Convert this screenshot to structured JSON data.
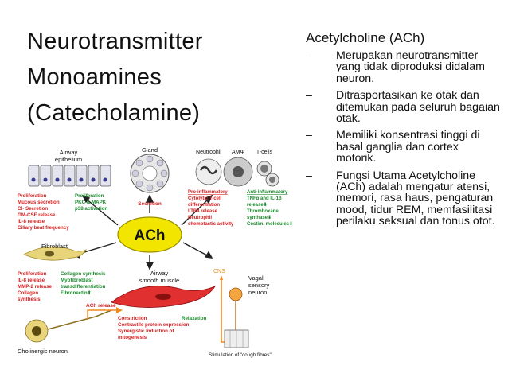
{
  "title_lines": [
    "Neurotransmitter",
    "Monoamines",
    "(Catecholamine)"
  ],
  "right": {
    "heading": "Acetylcholine (ACh)",
    "bullets": [
      {
        "dash": "–",
        "text": "Merupakan neurotransmitter yang tidak diproduksi didalam neuron."
      },
      {
        "dash": "–",
        "text": "Ditrasportasikan ke otak dan ditemukan pada seluruh bagaian otak."
      },
      {
        "dash": "–",
        "text": "Memiliki konsentrasi tinggi di basal ganglia dan cortex motorik."
      },
      {
        "dash": "–",
        "text": "Fungsi Utama Acetylcholine (ACh) adalah mengatur atensi, memori, rasa haus, pengaturan mood, tidur REM, memfasilitasi perilaku seksual dan tonus otot."
      }
    ]
  },
  "diagram": {
    "center": "ACh",
    "airway_epithelium": [
      "Airway",
      "epithelium"
    ],
    "epithelium_red": [
      "Proliferation",
      "Mucous secretion",
      "Cl- Secretion",
      "GM-CSF release",
      "IL-8 release",
      "Ciliary beat frequency"
    ],
    "epithelium_green": [
      "Proliferation",
      "PKC & MAPK",
      "p38 activation"
    ],
    "gland": "Gland",
    "secretion": "Secretion",
    "neutrophil": "Neutrophil",
    "am": "AMΦ",
    "tcells": "T-cells",
    "pro_inflammatory": [
      "Pro-inflammatory",
      "Cytolytic T-cell",
      "differentiation",
      "LTB4 release",
      "Neutrophil",
      "chemotactic activity"
    ],
    "anti_inflammatory": [
      "Anti-inflammatory",
      "TNFα and IL-1β",
      "release⬇",
      "Thromboxane",
      "synthase⬇",
      "Costim. molecules⬇"
    ],
    "fibroblast": "Fibroblast",
    "fibro_red": [
      "Proliferation",
      "IL-8 release",
      "MMP-2 release",
      "Collagen",
      "synthesis"
    ],
    "fibro_green": [
      "Collagen synthesis",
      "Myofibroblast",
      "transdifferentiation",
      "Fibronectin⬆"
    ],
    "airway_smooth_muscle": [
      "Airway",
      "smooth muscle"
    ],
    "cns": "CNS",
    "vagal": [
      "Vagal",
      "sensory",
      "neuron"
    ],
    "ach_release": "ACh release",
    "muscle_red": [
      "Constriction",
      "Contractile protein expression",
      "Synergistic induction of",
      "mitogenesis"
    ],
    "relaxation": "Relaxation",
    "cholinergic_neuron": "Cholinergic neuron",
    "cough": "Stimulation of \"cough fibres\"",
    "colors": {
      "red": "#d42020",
      "green": "#1c8a2e",
      "yellow": "#f2e600",
      "orange": "#f08a1c"
    }
  }
}
